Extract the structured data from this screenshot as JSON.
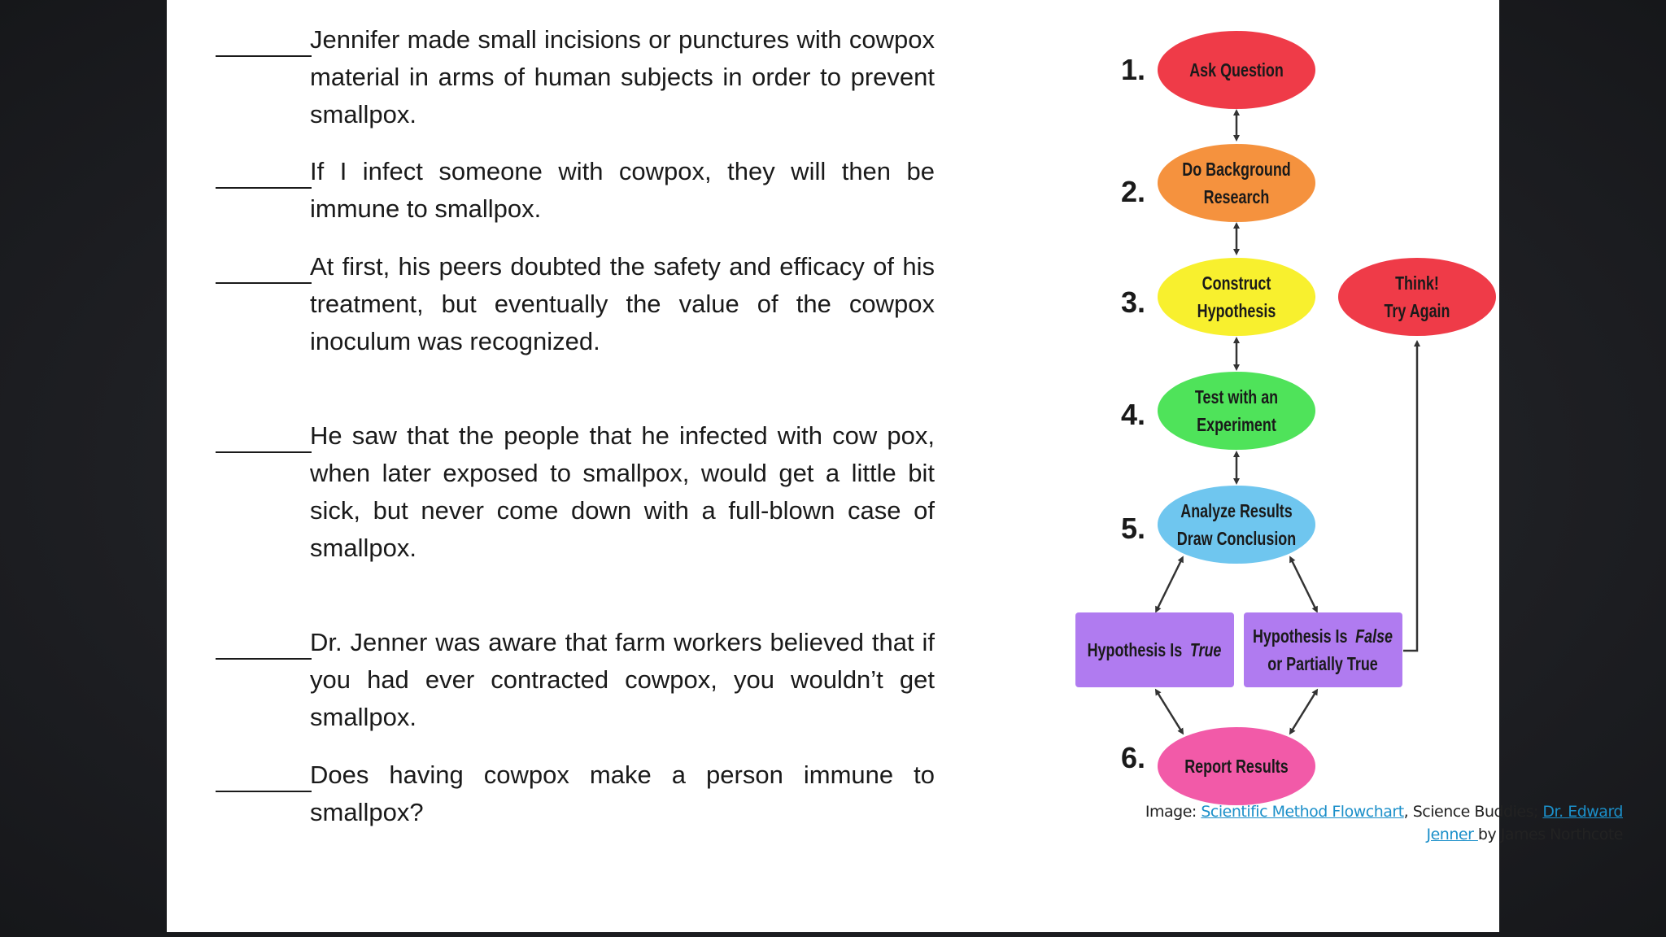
{
  "questions": [
    {
      "text": "Jennifer made small incisions or punctures with cowpox material in arms of human subjects in order to prevent smallpox."
    },
    {
      "text": "If I infect someone with cowpox, they will then be immune to smallpox."
    },
    {
      "text": "At first, his peers doubted the safety and efficacy of his treatment, but eventually the value of the cowpox inoculum was recognized."
    },
    {
      "text": "He saw that the people that he infected with cow pox, when later exposed to smallpox, would get a little bit sick, but never come down with a full-blown case of smallpox."
    },
    {
      "text": "Dr. Jenner was aware that farm workers believed that if you had ever contracted cowpox, you wouldn’t get smallpox."
    },
    {
      "text": "Does having cowpox make a person immune to smallpox?"
    }
  ],
  "flowchart": {
    "steps": [
      {
        "number": "1.",
        "line1": "Ask Question",
        "line2": "",
        "color": "#ef3b48"
      },
      {
        "number": "2.",
        "line1": "Do Background",
        "line2": "Research",
        "color": "#f5923e"
      },
      {
        "number": "3.",
        "line1": "Construct",
        "line2": "Hypothesis",
        "color": "#f8f02e"
      },
      {
        "number": "4.",
        "line1": "Test with an",
        "line2": "Experiment",
        "color": "#4fe35a"
      },
      {
        "number": "5.",
        "line1": "Analyze Results",
        "line2": "Draw Conclusion",
        "color": "#6fc6ef"
      },
      {
        "number": "6.",
        "line1": "Report Results",
        "line2": "",
        "color": "#f25aa8"
      }
    ],
    "retry": {
      "line1": "Think!",
      "line2": "Try Again",
      "color": "#ef3b48"
    },
    "outcome_true": {
      "line1": "Hypothesis Is",
      "italic": "True",
      "color": "#b07bf0"
    },
    "outcome_false": {
      "line1": "Hypothesis Is",
      "italic": "False",
      "line2": "or Partially True",
      "color": "#b07bf0"
    }
  },
  "caption": {
    "prefix": "Image: ",
    "link1": "Scientific Method Flowchart",
    "mid": ", Science Buddies; ",
    "link2": "Dr. Edward Jenner ",
    "suffix": "by James Northcote"
  }
}
